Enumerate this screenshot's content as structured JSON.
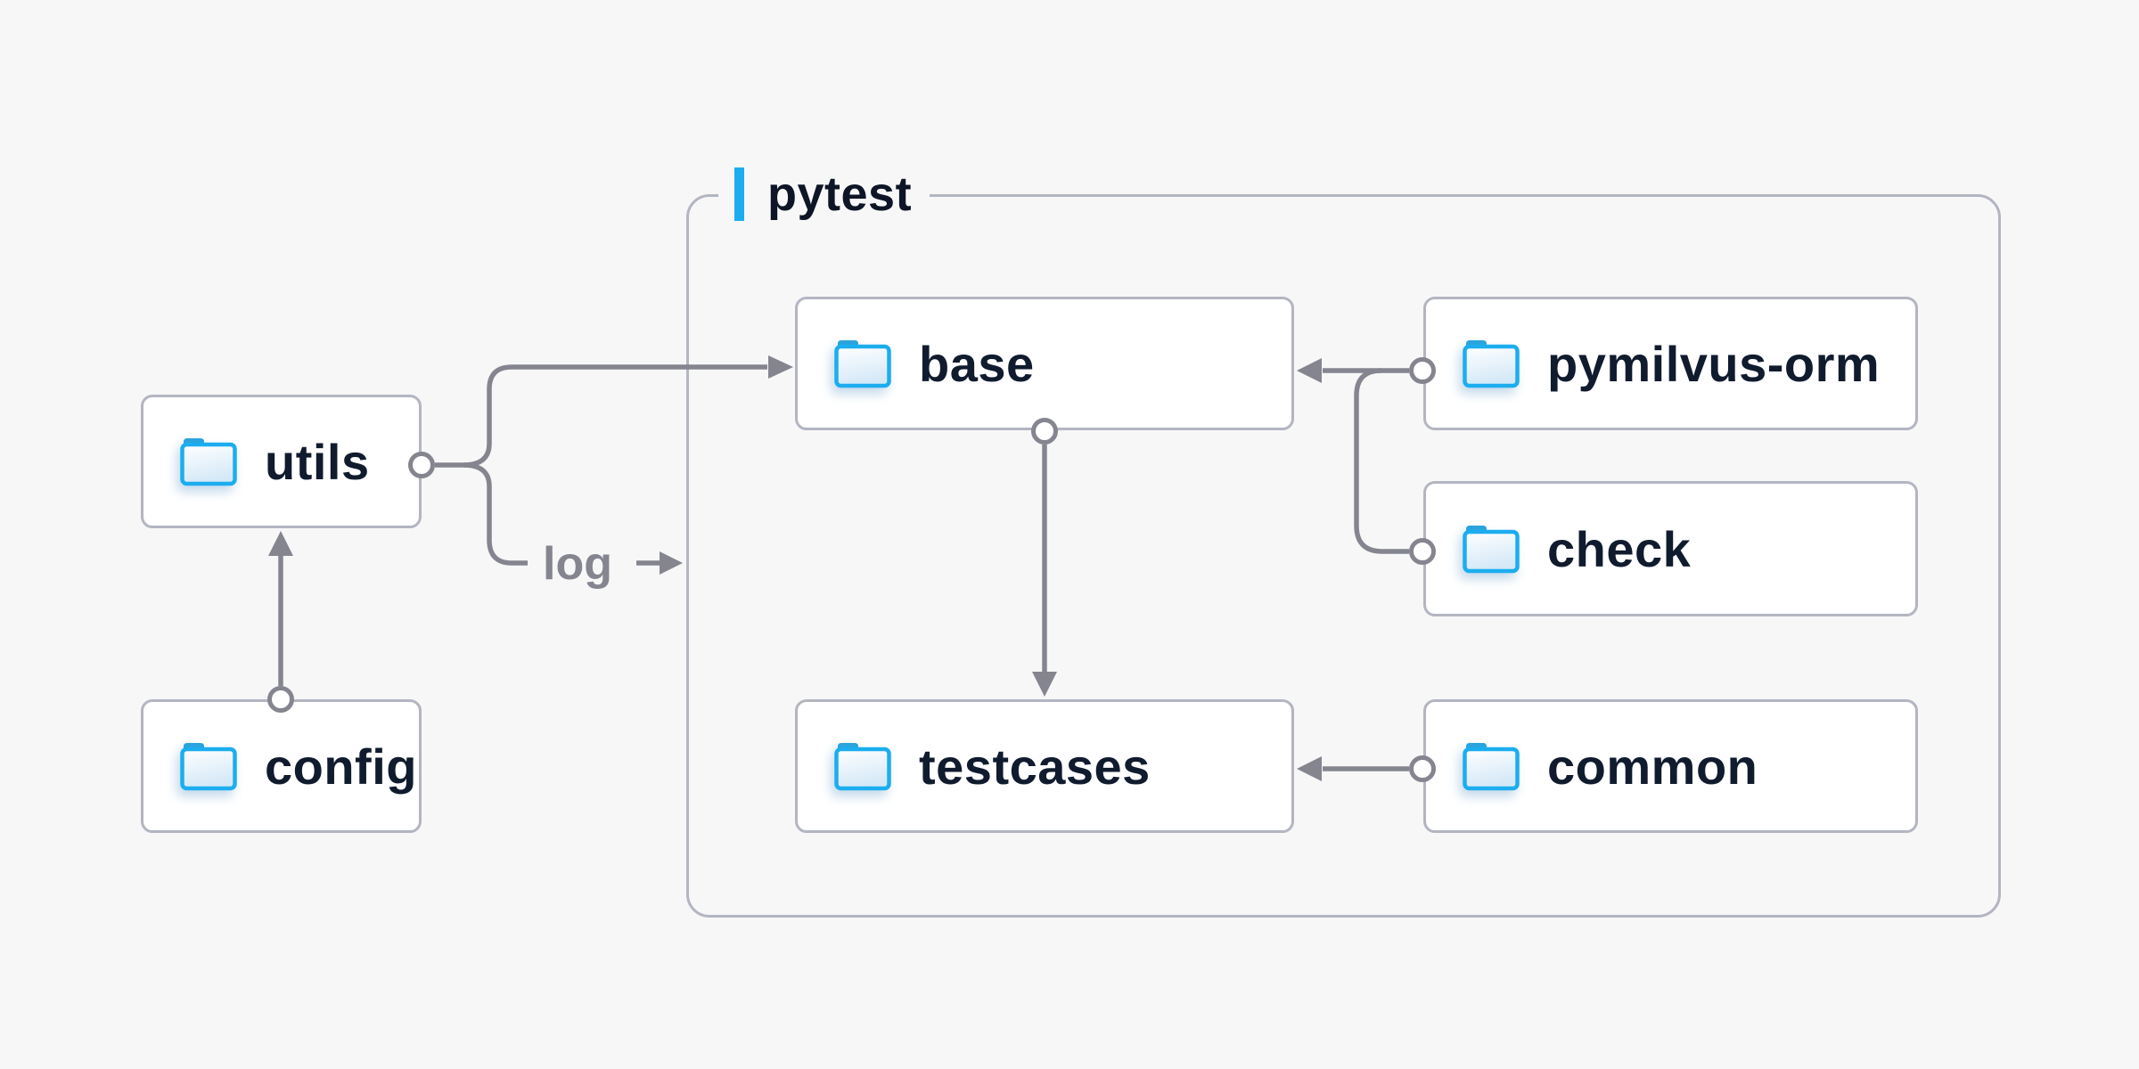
{
  "diagram": {
    "type": "folder-structure-diagram",
    "container": {
      "label": "pytest"
    },
    "log_label": "log",
    "nodes": [
      {
        "id": "utils",
        "label": "utils",
        "icon": "folder-icon"
      },
      {
        "id": "config",
        "label": "config",
        "icon": "folder-icon"
      },
      {
        "id": "base",
        "label": "base",
        "icon": "folder-icon"
      },
      {
        "id": "pymilvus-orm",
        "label": "pymilvus-orm",
        "icon": "folder-icon"
      },
      {
        "id": "check",
        "label": "check",
        "icon": "folder-icon"
      },
      {
        "id": "testcases",
        "label": "testcases",
        "icon": "folder-icon"
      },
      {
        "id": "common",
        "label": "common",
        "icon": "folder-icon"
      }
    ],
    "edges": [
      {
        "from": "config",
        "to": "utils"
      },
      {
        "from": "utils",
        "to": "base"
      },
      {
        "from": "utils",
        "to": "log",
        "note": "branch labeled log entering pytest container"
      },
      {
        "from": "pymilvus-orm",
        "to": "base"
      },
      {
        "from": "check",
        "to": "base",
        "note": "joins pymilvus-orm line"
      },
      {
        "from": "base",
        "to": "testcases"
      },
      {
        "from": "common",
        "to": "testcases"
      }
    ],
    "colors": {
      "background": "#f7f7f8",
      "node_background": "#ffffff",
      "node_border": "#b3b5c1",
      "connector": "#84858f",
      "text": "#101b2e",
      "muted_text": "#84858f",
      "accent_blue": "#1cadef"
    }
  }
}
